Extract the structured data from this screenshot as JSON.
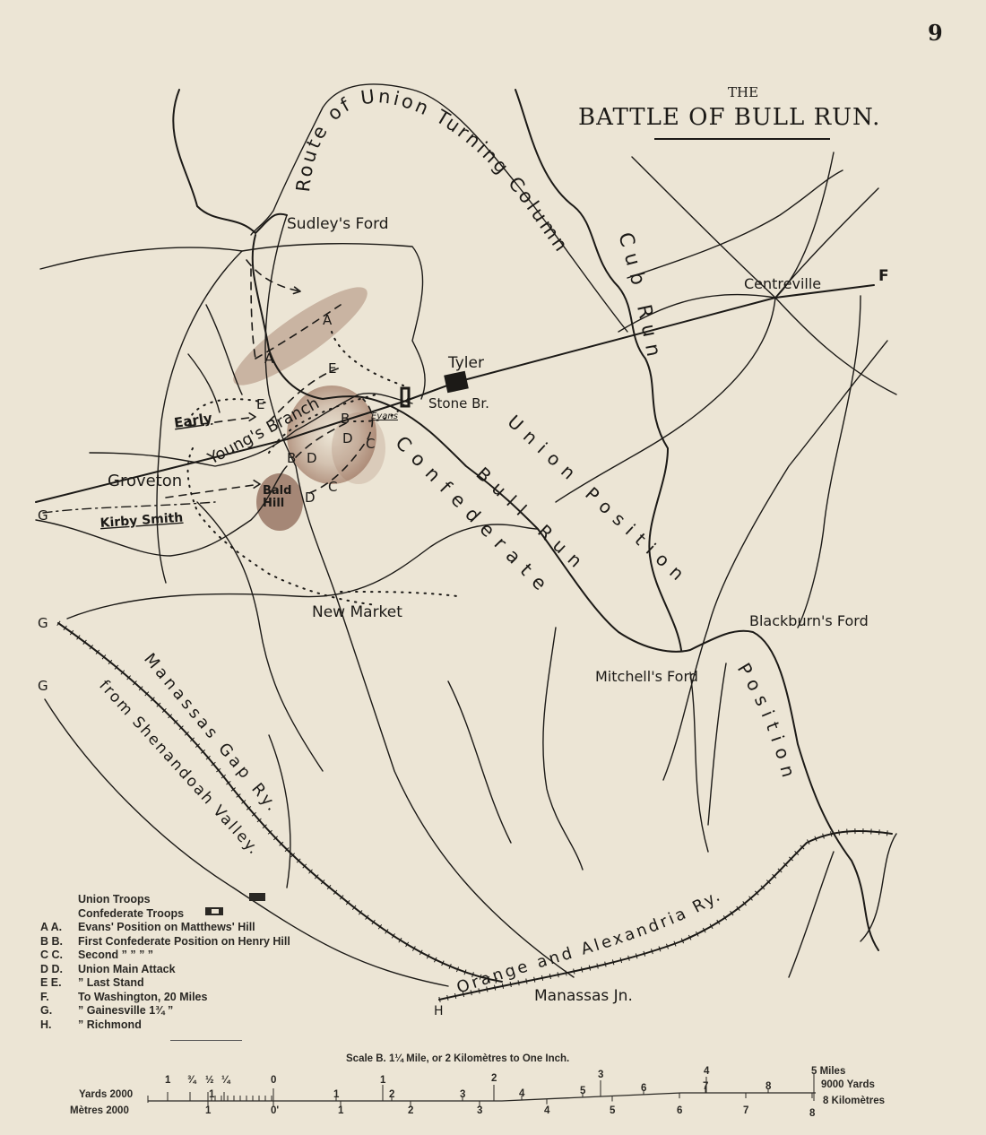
{
  "page_number": "9",
  "title": {
    "line1": "THE",
    "line2": "BATTLE OF BULL RUN."
  },
  "places": {
    "sudleys_ford": "Sudley's Ford",
    "centreville": "Centreville",
    "f_marker": "F",
    "tyler": "Tyler",
    "stone_bridge": "Stone Br.",
    "evans": "Evans",
    "early": "Early",
    "youngs_branch": "Young's Branch",
    "groveton": "Groveton",
    "g_marker": "G",
    "kirby_smith": "Kirby Smith",
    "bald_hill": "Bald Hill",
    "new_market": "New Market",
    "blackburns_ford": "Blackburn's Ford",
    "mitchells_ford": "Mitchell's Ford",
    "manassas_jn": "Manassas Jn.",
    "h_marker": "H"
  },
  "route_labels": {
    "union_turning": "Route of Union Turning Column",
    "cub_run": "Cub Run",
    "bull_run": "Bull Run",
    "union_position": "Union Position",
    "confederate": "Confederate",
    "confederate_position": "Position",
    "manassas_gap": "Manassas Gap Ry.",
    "from_shenandoah": "from Shenandoah Valley.",
    "orange_alexandria": "Orange and Alexandria Ry."
  },
  "position_letters": {
    "a": "A",
    "b": "B",
    "c": "C",
    "d": "D",
    "e": "E"
  },
  "legend": {
    "union_troops": "Union Troops",
    "confederate_troops": "Confederate Troops",
    "items": [
      {
        "key": "A A.",
        "text": "Evans' Position on Matthews' Hill"
      },
      {
        "key": "B B.",
        "text": "First Confederate Position on Henry Hill"
      },
      {
        "key": "C C.",
        "text": "Second   ”          ”              ”   ”"
      },
      {
        "key": "D D.",
        "text": "Union Main Attack"
      },
      {
        "key": "E E.",
        "text": "”    Last Stand"
      },
      {
        "key": "F.",
        "text": "To Washington, 20 Miles"
      },
      {
        "key": "G.",
        "text": "”  Gainesville 1¾   ”"
      },
      {
        "key": "H.",
        "text": "”  Richmond"
      }
    ]
  },
  "scale": {
    "title": "Scale B.  1¼ Mile, or 2 Kilomètres to One Inch.",
    "yards_label": "Yards 2000",
    "metres_label": "Mètres 2000",
    "miles_end": "5 Miles",
    "yards_end": "9000 Yards",
    "km_end": "8 Kilomètres",
    "mile_ticks": [
      "1",
      "¾",
      "½",
      "¼",
      "0",
      "1",
      "2",
      "3",
      "4"
    ],
    "yard_ticks": [
      "1",
      "1",
      "2",
      "3",
      "4",
      "5",
      "6",
      "7",
      "8"
    ],
    "metre_ticks": [
      "1",
      "0'",
      "1",
      "2",
      "3",
      "4",
      "5",
      "6",
      "7",
      "8"
    ]
  },
  "colors": {
    "paper": "#ece5d5",
    "ink": "#1c1a17",
    "hill_shading": "#8a5a44"
  }
}
